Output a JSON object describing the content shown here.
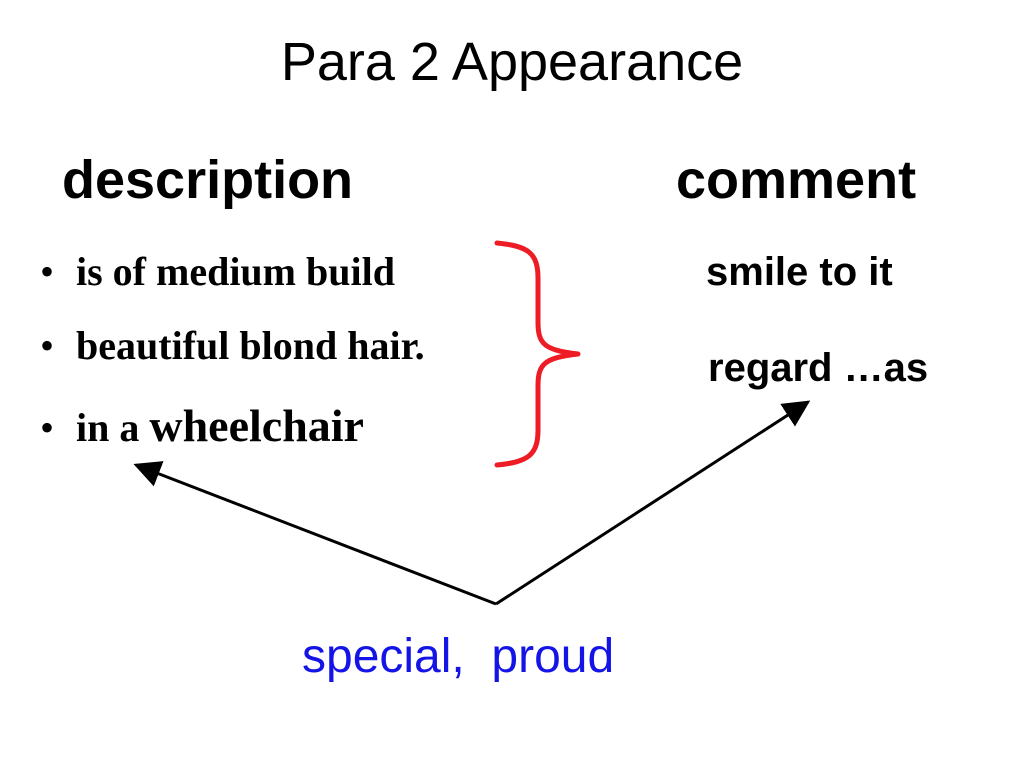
{
  "slide": {
    "title": "Para 2  Appearance",
    "headings": {
      "left": "description",
      "right": "comment"
    },
    "bullets": [
      {
        "marker": "•",
        "text": "is of medium build"
      },
      {
        "marker": "•",
        "text": "beautiful blond hair."
      },
      {
        "marker": "•",
        "prefix": "in a ",
        "emphasis": "wheelchair"
      }
    ],
    "comments": [
      "smile to it",
      "regard …as"
    ],
    "footer": "special,  proud",
    "colors": {
      "text": "#000000",
      "brace": "#ee1c24",
      "footer": "#1414e6",
      "arrow": "#000000"
    }
  }
}
